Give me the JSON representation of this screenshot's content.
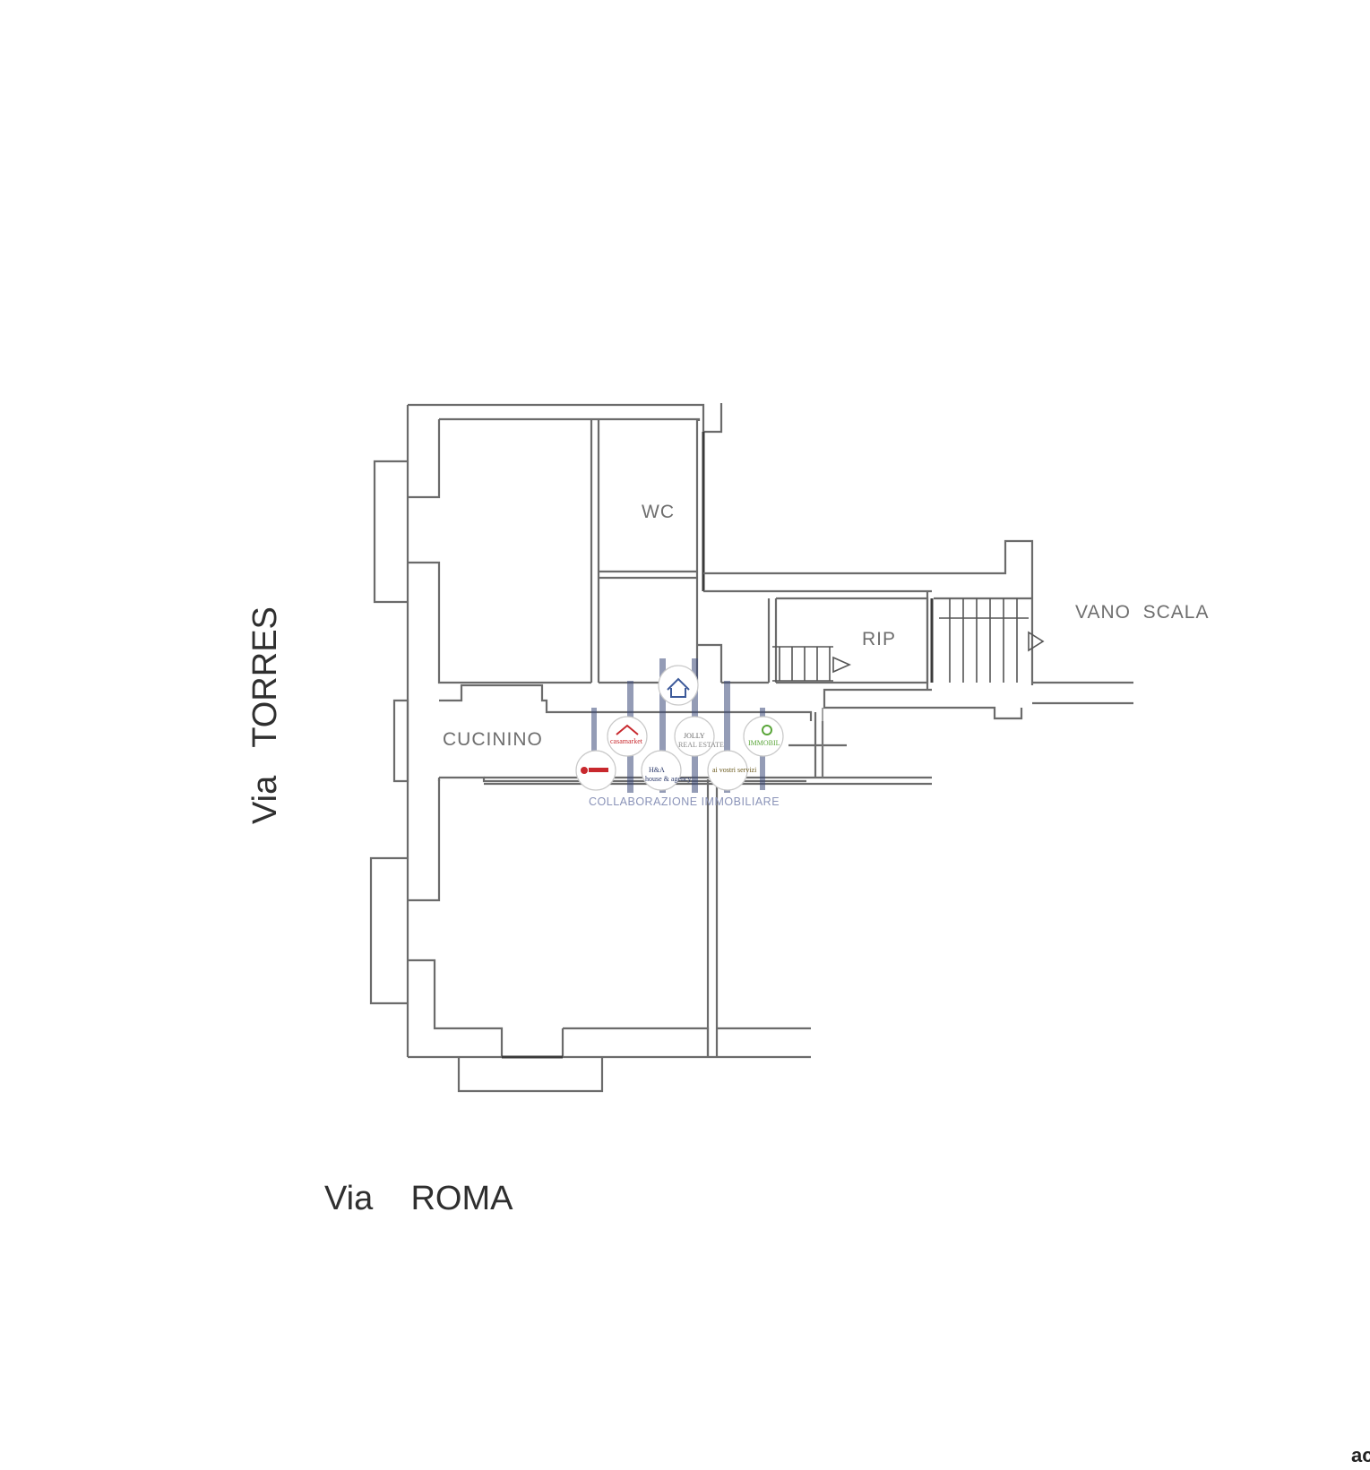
{
  "rooms": {
    "wc": "WC",
    "rip": "RIP",
    "cucinino": "CUCININO",
    "vano_scala": "VANO  SCALA"
  },
  "streets": {
    "torres": "Via   TORRES",
    "roma": "Via    ROMA"
  },
  "watermark": {
    "caption": "COLLABORAZIONE IMMOBILIARE",
    "logos": {
      "casamarket": "casamarket",
      "jolly": "JOLLY",
      "jolly_sub": "REAL ESTATE",
      "ha": "H&A",
      "ha_sub": "house & agency",
      "servizi": "ai vostri servizi",
      "immobiliare": "IMMOBIL"
    },
    "colors": {
      "bars": "#3d4a7a",
      "caption": "#8a93b8"
    }
  },
  "corner_text": "ac"
}
